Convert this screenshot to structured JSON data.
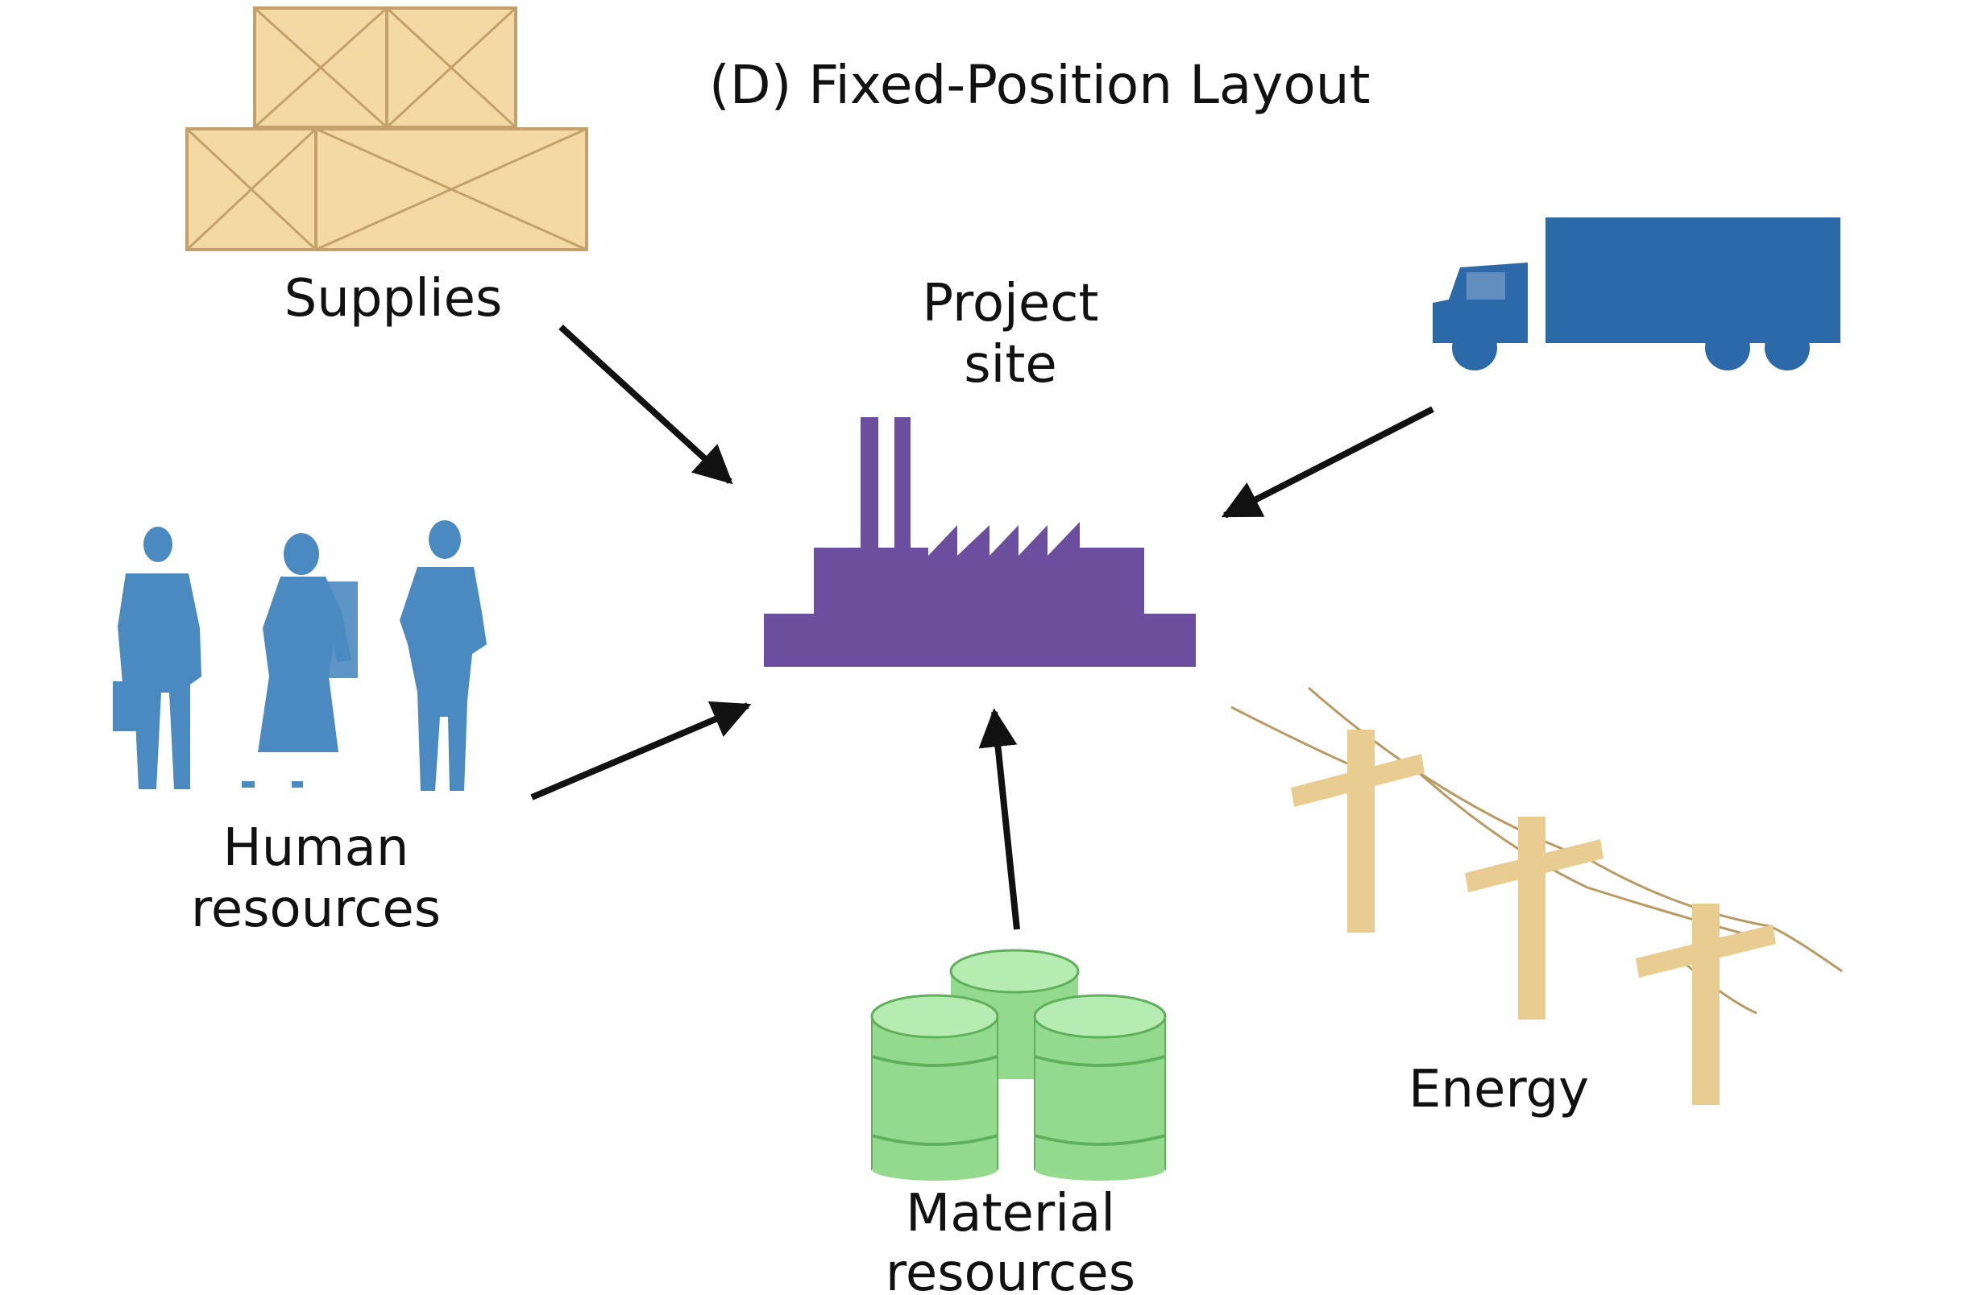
{
  "title": "(D) Fixed-Position Layout",
  "labels": {
    "supplies": "Supplies",
    "project_site_1": "Project",
    "project_site_2": "site",
    "human_1": "Human",
    "human_2": "resources",
    "material_1": "Material",
    "material_2": "resources",
    "energy": "Energy"
  },
  "icons": {
    "supplies": "crates-icon",
    "project_site": "factory-icon",
    "transport": "truck-icon",
    "human_resources": "people-icon",
    "material_resources": "barrels-icon",
    "energy": "power-poles-icon"
  },
  "colors": {
    "crate_fill": "#f4d9a4",
    "crate_line": "#c4a06a",
    "factory": "#6b4f9e",
    "truck": "#2c69a8",
    "people": "#4a8ac0",
    "barrels": "#93d98e",
    "barrels_line": "#5fb05a",
    "poles": "#e9cc8f",
    "wire": "#b89a63",
    "arrow": "#111111"
  }
}
